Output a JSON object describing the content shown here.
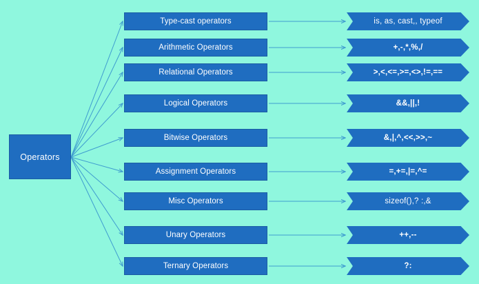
{
  "diagram": {
    "title": "Operators",
    "root": {
      "label": "Operators"
    },
    "colors": {
      "background": "#8ff7de",
      "node_fill": "#1f6dc0",
      "node_border": "#1a5ca3",
      "node_text": "#ffffff",
      "connector": "#3f9ccf"
    },
    "rows": [
      {
        "category": "Type-cast operators",
        "symbols": "is, as, cast,, typeof"
      },
      {
        "category": "Arithmetic Operators",
        "symbols": "+,-,*,%,/"
      },
      {
        "category": "Relational Operators",
        "symbols": ">,<,<=,>=,<>,!=,=="
      },
      {
        "category": "Logical Operators",
        "symbols": "&&,||,!"
      },
      {
        "category": "Bitwise Operators",
        "symbols": "&,|,^,<<,>>,~"
      },
      {
        "category": "Assignment Operators",
        "symbols": "=,+=,|=,^="
      },
      {
        "category": "Misc Operators",
        "symbols": "sizeof(),? :,&"
      },
      {
        "category": "Unary Operators",
        "symbols": "++,--"
      },
      {
        "category": "Ternary Operators",
        "symbols": "?:"
      }
    ]
  }
}
